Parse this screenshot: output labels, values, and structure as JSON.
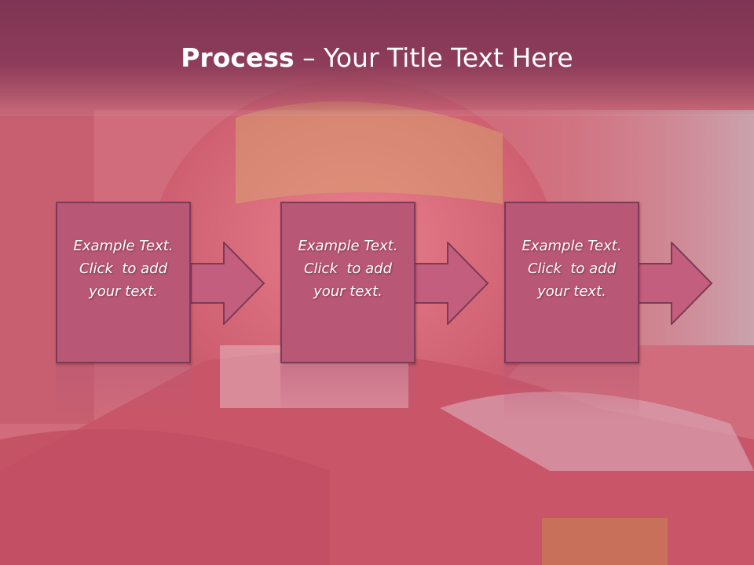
{
  "slide": {
    "title_bold": "Process",
    "title_rest": " – Your Title Text Here"
  },
  "process_steps": [
    {
      "line1": "Example Text.",
      "line2": "Click  to add",
      "line3": "your text."
    },
    {
      "line1": "Example Text.",
      "line2": "Click  to add",
      "line3": "your text."
    },
    {
      "line1": "Example Text.",
      "line2": "Click  to add",
      "line3": "your text."
    }
  ],
  "colors": {
    "title_band": "#8e3c5a",
    "box_fill": "#b95876",
    "box_border": "#7d3a55",
    "arrow_fill": "#c45e7e"
  }
}
